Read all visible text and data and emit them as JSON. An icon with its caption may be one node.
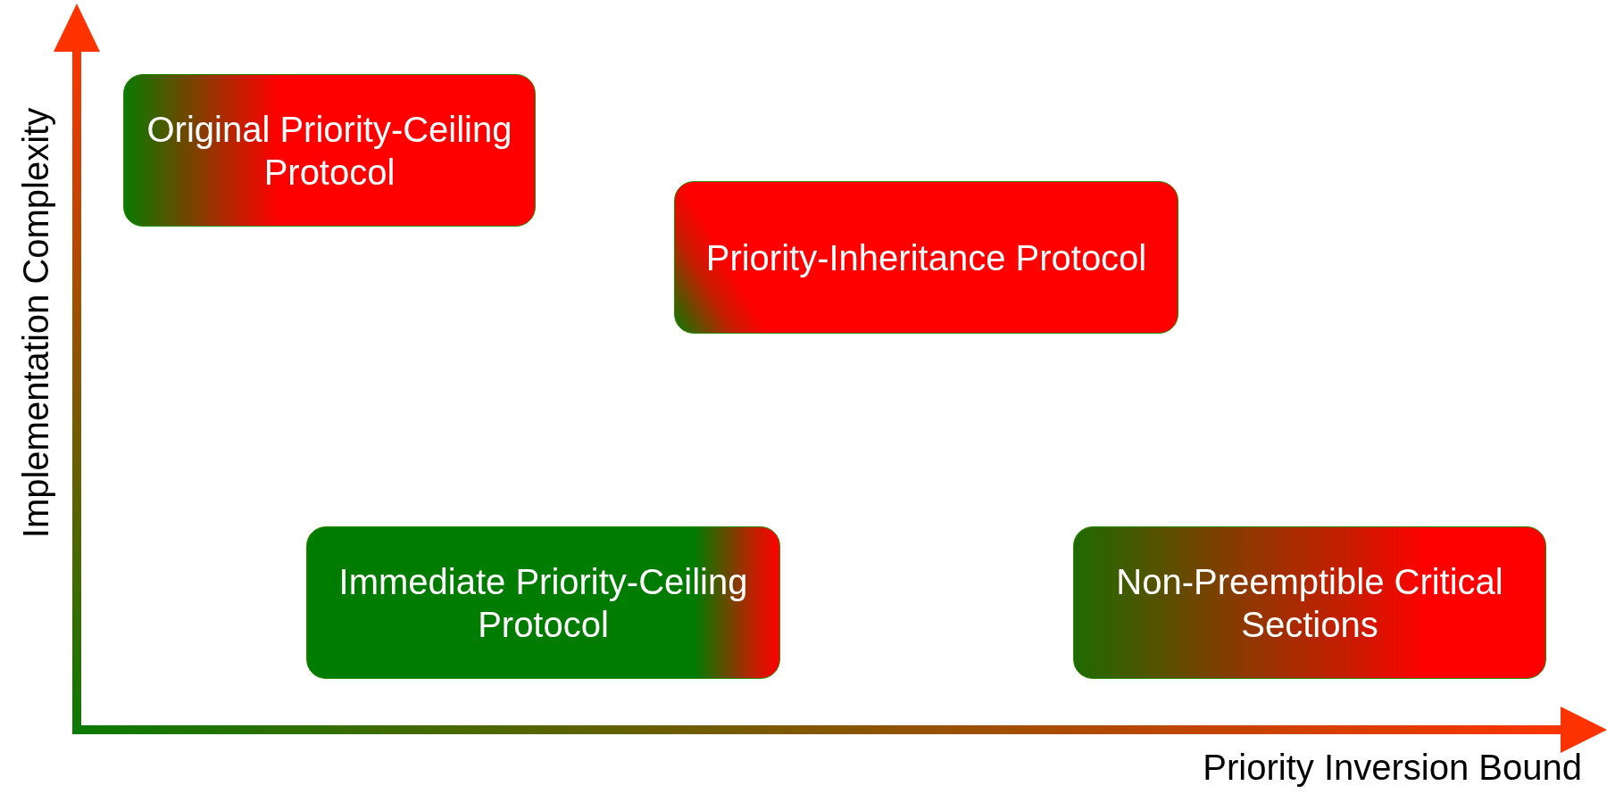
{
  "diagram": {
    "nodes": [
      {
        "text": [
          "Original Priority-Ceiling Protocol"
        ]
      },
      {
        "text": [
          "Priority-Inheritance Protocol"
        ]
      },
      {
        "text": [
          "Immediate Priority-Ceiling Protocol"
        ]
      },
      {
        "text": [
          "Non-Preemptible Critical Sections"
        ]
      }
    ],
    "labels": [
      "Implementation Complexity",
      "Priority Inversion Bound"
    ]
  }
}
